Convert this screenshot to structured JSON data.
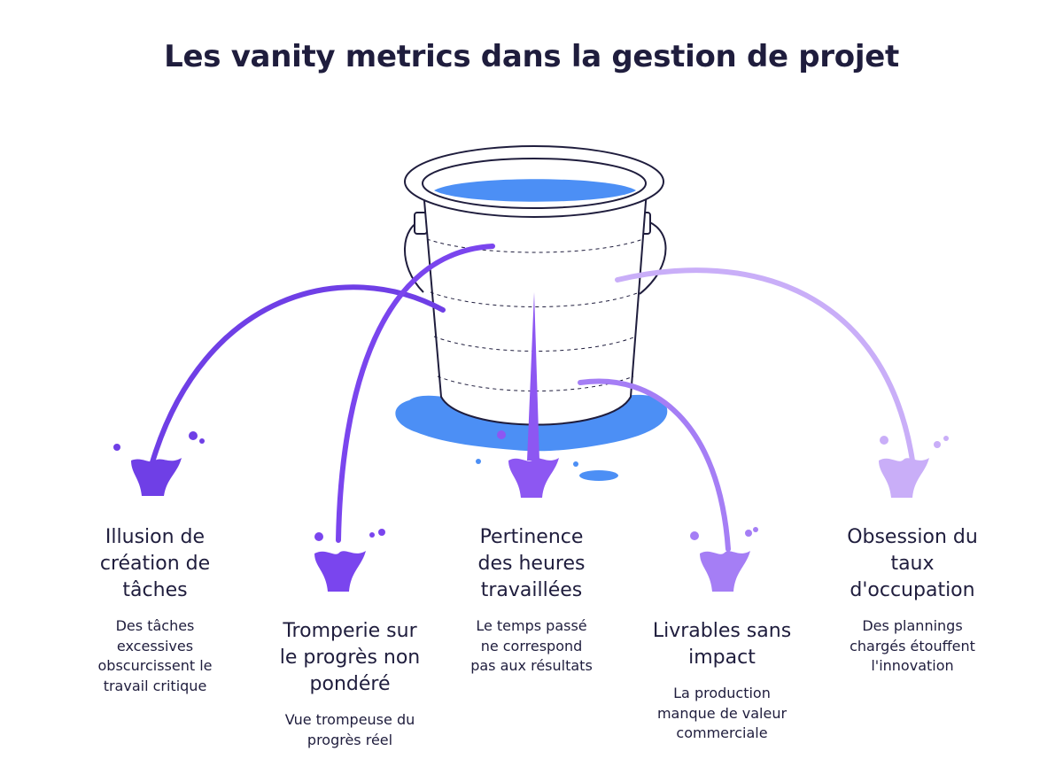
{
  "title": "Les vanity metrics dans la gestion de projet",
  "colors": {
    "text": "#1f1d3d",
    "water": "#4c8ff5",
    "stream_1": "#6f3fe6",
    "stream_2": "#7a45ee",
    "stream_3": "#8d57f2",
    "stream_4": "#a57ef5",
    "stream_5": "#c9aef8"
  },
  "items": [
    {
      "title_lines": [
        "Illusion de",
        "création de",
        "tâches"
      ],
      "desc_lines": [
        "Des tâches",
        "excessives",
        "obscurcissent le",
        "travail critique"
      ]
    },
    {
      "title_lines": [
        "Tromperie sur",
        "le progrès non",
        "pondéré"
      ],
      "desc_lines": [
        "Vue trompeuse du",
        "progrès réel"
      ]
    },
    {
      "title_lines": [
        "Pertinence",
        "des heures",
        "travaillées"
      ],
      "desc_lines": [
        "Le temps passé",
        "ne correspond",
        "pas aux résultats"
      ]
    },
    {
      "title_lines": [
        "Livrables sans",
        "impact"
      ],
      "desc_lines": [
        "La production",
        "manque de valeur",
        "commerciale"
      ]
    },
    {
      "title_lines": [
        "Obsession du",
        "taux",
        "d'occupation"
      ],
      "desc_lines": [
        "Des plannings",
        "chargés étouffent",
        "l'innovation"
      ]
    }
  ]
}
